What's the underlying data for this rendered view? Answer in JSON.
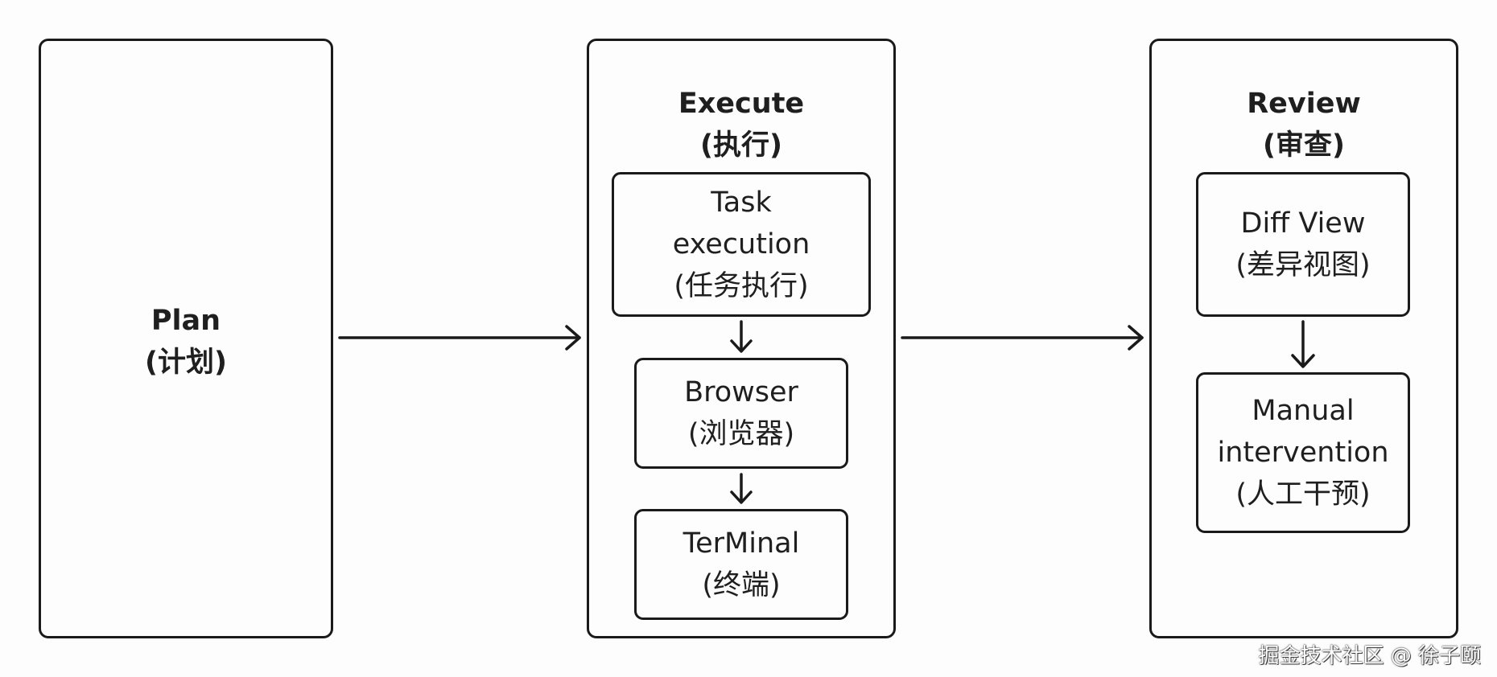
{
  "plan": {
    "title": "Plan",
    "subtitle": "(计划)"
  },
  "execute": {
    "title": "Execute",
    "subtitle": "(执行)",
    "steps": [
      {
        "line1": "Task",
        "line2": "execution",
        "line3": "(任务执行)"
      },
      {
        "line1": "Browser",
        "line2": "(浏览器)"
      },
      {
        "line1": "TerMinal",
        "line2": "(终端)"
      }
    ]
  },
  "review": {
    "title": "Review",
    "subtitle": "(审查)",
    "steps": [
      {
        "line1": "Diff View",
        "line2": "(差异视图)"
      },
      {
        "line1": "Manual",
        "line2": "intervention",
        "line3": "(人工干预)"
      }
    ]
  },
  "watermark": "掘金技术社区 @ 徐子颐"
}
